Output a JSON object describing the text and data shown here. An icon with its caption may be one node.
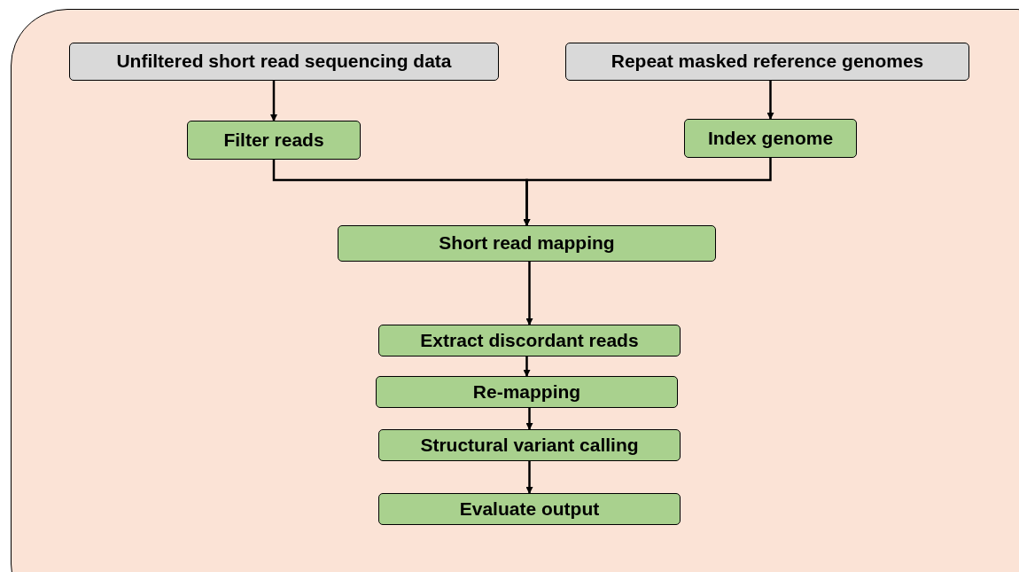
{
  "diagram": {
    "nodes": [
      {
        "text": [
          "Unfiltered short read sequencing data"
        ]
      },
      {
        "text": [
          "Repeat masked reference genomes"
        ]
      },
      {
        "text": [
          "Filter reads"
        ]
      },
      {
        "text": [
          "Index genome"
        ]
      },
      {
        "text": [
          "Short read mapping"
        ]
      },
      {
        "text": [
          "Extract discordant reads"
        ]
      },
      {
        "text": [
          "Re-mapping"
        ]
      },
      {
        "text": [
          "Structural variant calling"
        ]
      },
      {
        "text": [
          "Evaluate output"
        ]
      }
    ],
    "edges": [
      {
        "from": 0,
        "to": 2,
        "arrow": "to"
      },
      {
        "from": 1,
        "to": 3,
        "arrow": "to"
      },
      {
        "from": 2,
        "to": 4,
        "arrow": "to"
      },
      {
        "from": 3,
        "to": 4,
        "arrow": "to"
      },
      {
        "from": 4,
        "to": 5,
        "arrow": "to"
      },
      {
        "from": 5,
        "to": 6,
        "arrow": "to"
      },
      {
        "from": 6,
        "to": 7,
        "arrow": "to"
      },
      {
        "from": 7,
        "to": 8,
        "arrow": "to"
      }
    ]
  }
}
